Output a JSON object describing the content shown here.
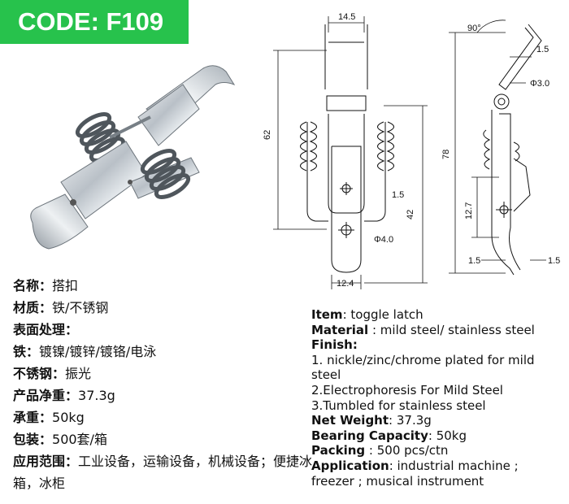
{
  "code_badge": "CODE: F109",
  "drawing": {
    "dim_width_top": "14.5",
    "dim_height_62": "62",
    "dim_height_42": "42",
    "dim_wire": "1.5",
    "dim_hole_small": "Φ4.0",
    "dim_width_bottom": "12.4",
    "dim_angle": "90°",
    "dim_side_thickness": "1.5",
    "dim_hole_side": "Φ3.0",
    "dim_total_78": "78",
    "dim_12_7": "12.7",
    "dim_left_1_5": "1.5",
    "dim_right_1_5": "1.5"
  },
  "cn": {
    "name_label": "名称：",
    "name_value": "搭扣",
    "material_label": "材质：",
    "material_value": "铁/不锈钢",
    "finish_label": "表面处理：",
    "iron_label": "铁：",
    "iron_value": "镀镍/镀锌/镀铬/电泳",
    "stainless_label": "不锈钢：",
    "stainless_value": "振光",
    "weight_label": "产品净重：",
    "weight_value": "37.3g",
    "load_label": "承重：",
    "load_value": "50kg",
    "pack_label": "包装：",
    "pack_value": "500套/箱",
    "app_label": "应用范围：",
    "app_value": "工业设备，运输设备，机械设备；便捷冰箱，冰柜"
  },
  "en": {
    "item_label": "Item",
    "item_value": ": toggle latch",
    "material_label": "Material",
    "material_value": " : mild steel/ stainless steel",
    "finish_label": "Finish:",
    "finish_1": "1. nickle/zinc/chrome plated for mild steel",
    "finish_2": "2.Electrophoresis For Mild Steel",
    "finish_3": "3.Tumbled for stainless steel",
    "weight_label": "Net Weight",
    "weight_value": ": 37.3g",
    "bearing_label": "Bearing Capacity",
    "bearing_value": ": 50kg",
    "packing_label": "Packing",
    "packing_value": " : 500 pcs/ctn",
    "app_label": "Application",
    "app_value": ": industrial machine ; freezer ; musical instrument"
  }
}
